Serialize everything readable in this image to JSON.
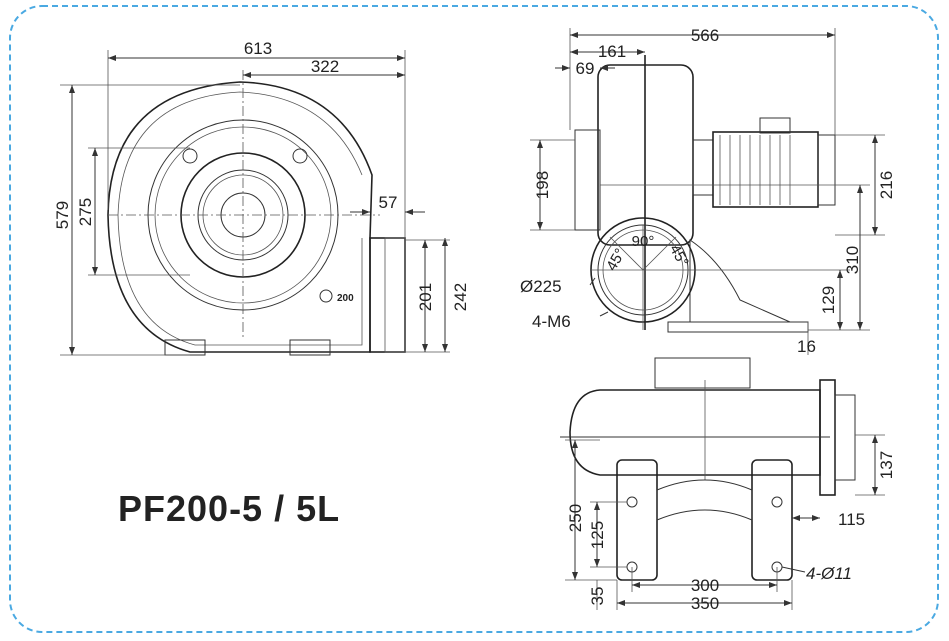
{
  "title": "PF200-5 / 5L",
  "front_view": {
    "width_total": "613",
    "width_center_to_outlet": "322",
    "height_total": "579",
    "bolt_spacing_vertical": "275",
    "outlet_offset": "57",
    "outlet_inner": "201",
    "outlet_outer": "242",
    "rotation_label": "200"
  },
  "side_view": {
    "length_total": "566",
    "length_housing": "161",
    "length_flange": "69",
    "inlet_height": "198",
    "motor_height": "216",
    "center_height": "310",
    "outlet_center_height": "129",
    "base_thickness": "16",
    "flange_diameter": "Ø225",
    "flange_holes": "4-M6",
    "angle_center": "90°",
    "angle_left": "45°",
    "angle_right": "45°"
  },
  "bottom_view": {
    "flange_height": "137",
    "flange_offset": "115",
    "base_depth": "250",
    "hole_depth": "125",
    "hole_edge": "35",
    "hole_spacing": "300",
    "base_width": "350",
    "mount_holes": "4-Ø11"
  },
  "colors": {
    "border": "#4aa9e2",
    "line": "#333333"
  }
}
